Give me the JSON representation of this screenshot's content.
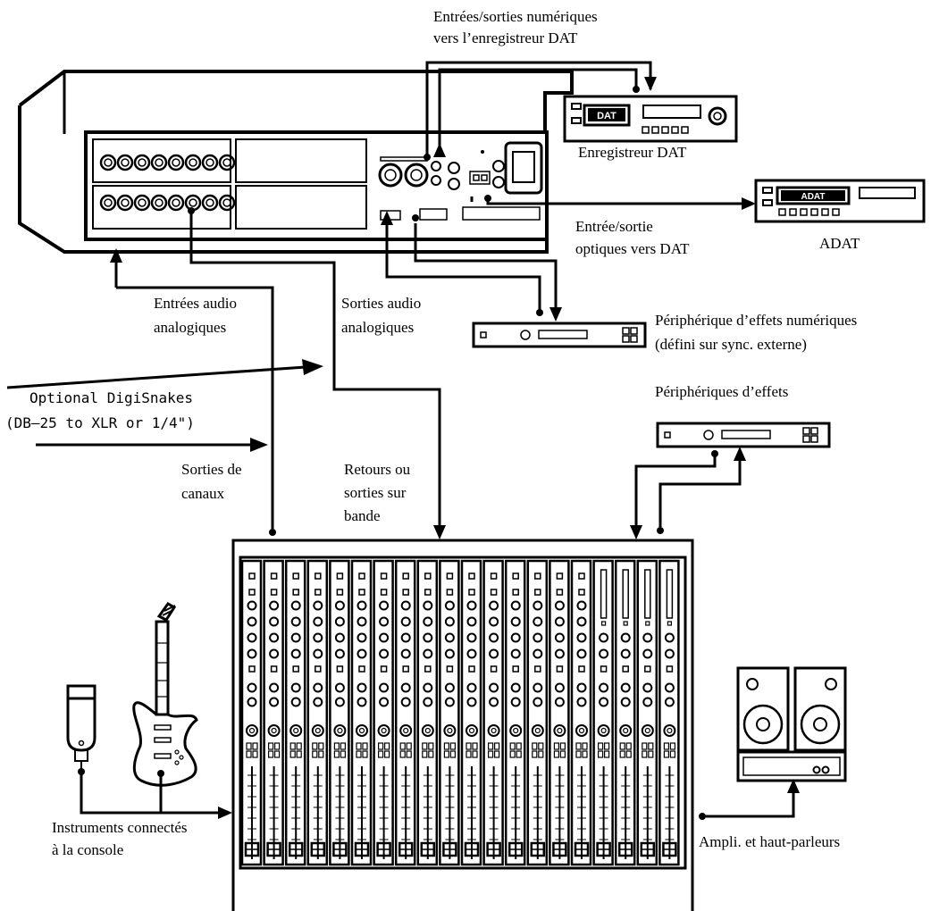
{
  "labels": {
    "digital_io_line1": "Entrées/sorties numériques",
    "digital_io_line2": "vers l’enregistreur DAT",
    "dat_recorder": "Enregistreur DAT",
    "optical_line1": "Entrée/sortie",
    "optical_line2": "optiques vers DAT",
    "adat": "ADAT",
    "analog_in_line1": "Entrées audio",
    "analog_in_line2": "analogiques",
    "analog_out_line1": "Sorties audio",
    "analog_out_line2": "analogiques",
    "digital_fx_line1": "Périphérique d’effets numériques",
    "digital_fx_line2": "(défini sur sync. externe)",
    "digisnakes_line1": "Optional DigiSnakes",
    "digisnakes_line2": "(DB–25 to XLR or 1/4\")",
    "fx_devices": "Périphériques d’effets",
    "channel_out_line1": "Sorties de",
    "channel_out_line2": "canaux",
    "tape_line1": "Retours ou",
    "tape_line2": "sorties sur",
    "tape_line3": "bande",
    "instruments_line1": "Instruments connectés",
    "instruments_line2": "à la console",
    "amp_speakers": "Ampli. et haut-parleurs"
  },
  "device_text": {
    "dat_display": "DAT",
    "adat_display": "ADAT"
  },
  "colors": {
    "ink": "#000000",
    "paper": "#ffffff"
  }
}
